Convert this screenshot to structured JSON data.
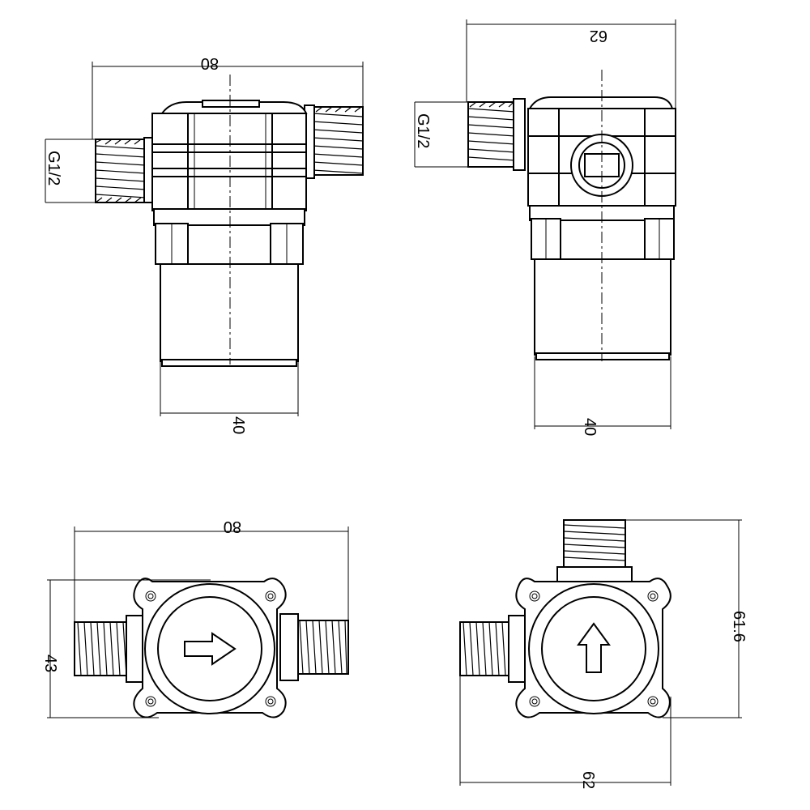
{
  "views": {
    "front": {
      "width_label": "80",
      "thread_label": "G1/2",
      "body_label": "40"
    },
    "side": {
      "width_label": "62",
      "thread_label": "G1/2",
      "body_label": "40"
    },
    "top": {
      "width_label": "80",
      "height_label": "43"
    },
    "end": {
      "height_label": "61.6",
      "width_label": "62"
    }
  }
}
